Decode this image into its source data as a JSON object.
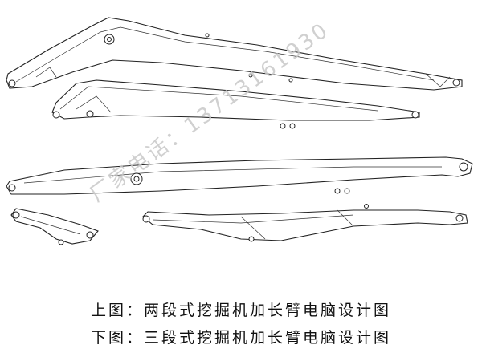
{
  "watermark": "厂家电话：13713161930",
  "captions": {
    "top": "上图：两段式挖掘机加长臂电脑设计图",
    "bottom": "下图：三段式挖掘机加长臂电脑设计图"
  }
}
